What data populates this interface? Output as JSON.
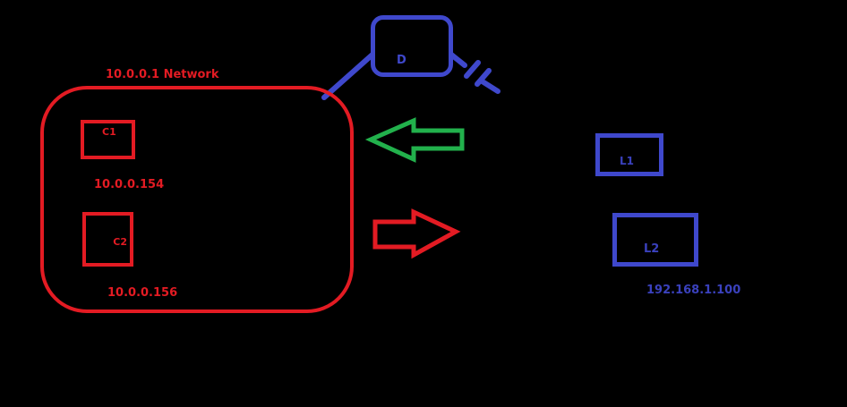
{
  "diagram": {
    "background": "#000000",
    "colors": {
      "red": "#e31b23",
      "blue": "#3f48cc",
      "green": "#22b14c"
    },
    "network": {
      "title": "10.0.0.1 Network",
      "clients": [
        {
          "label": "C1",
          "ip": "10.0.0.154"
        },
        {
          "label": "C2",
          "ip": "10.0.0.156"
        }
      ]
    },
    "device": {
      "label": "D"
    },
    "remote": {
      "nodes": [
        {
          "label": "L1"
        },
        {
          "label": "L2"
        }
      ],
      "ip": "192.168.1.100"
    },
    "icons": {
      "broken_link": "broken-link",
      "left_arrow": "arrow-left",
      "right_arrow": "arrow-right"
    }
  }
}
